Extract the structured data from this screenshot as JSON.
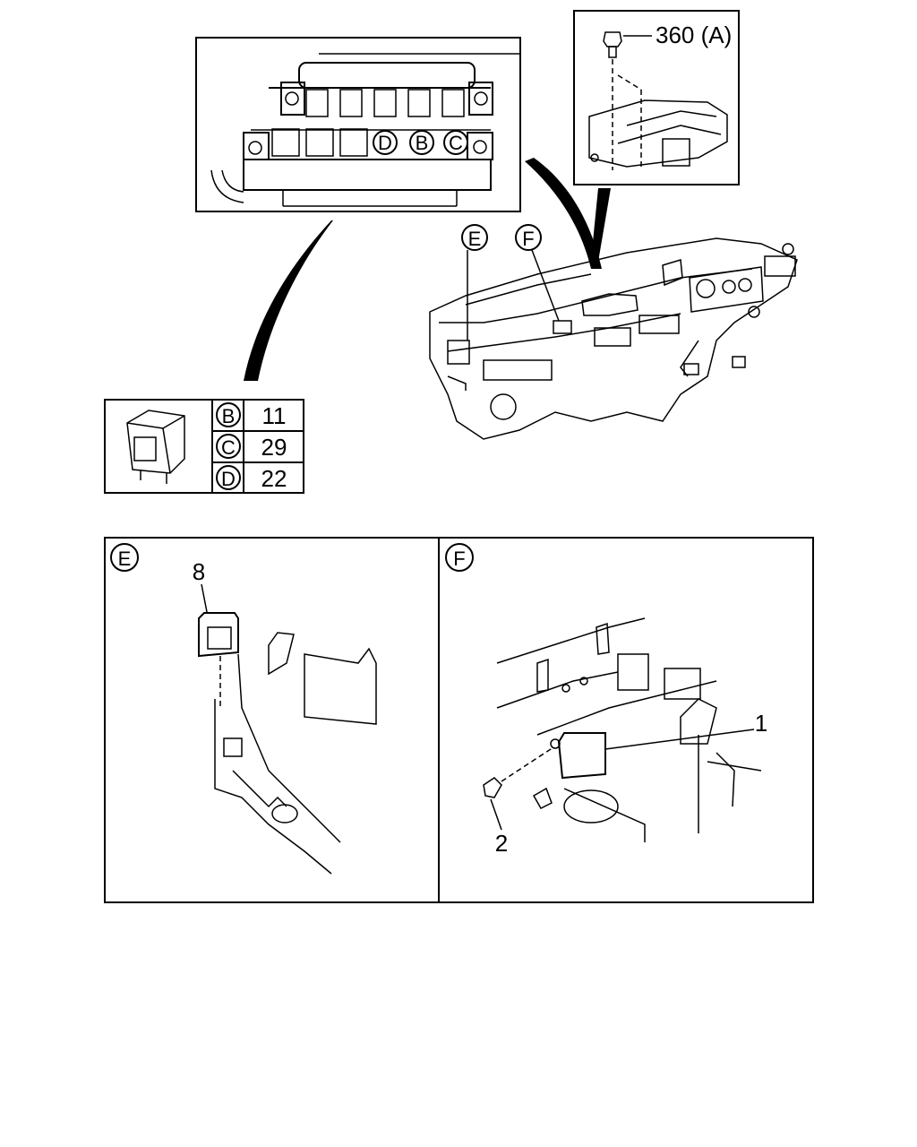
{
  "part_ref": "360 (A)",
  "top_block_labels": [
    "D",
    "B",
    "C"
  ],
  "view_labels": {
    "e": "E",
    "f": "F"
  },
  "relay_table": [
    {
      "ref": "B",
      "value": "11"
    },
    {
      "ref": "C",
      "value": "29"
    },
    {
      "ref": "D",
      "value": "22"
    }
  ],
  "panel_e": {
    "label": "E",
    "callout": "8"
  },
  "panel_f": {
    "label": "F",
    "callout_relay": "1",
    "callout_bolt": "2"
  }
}
